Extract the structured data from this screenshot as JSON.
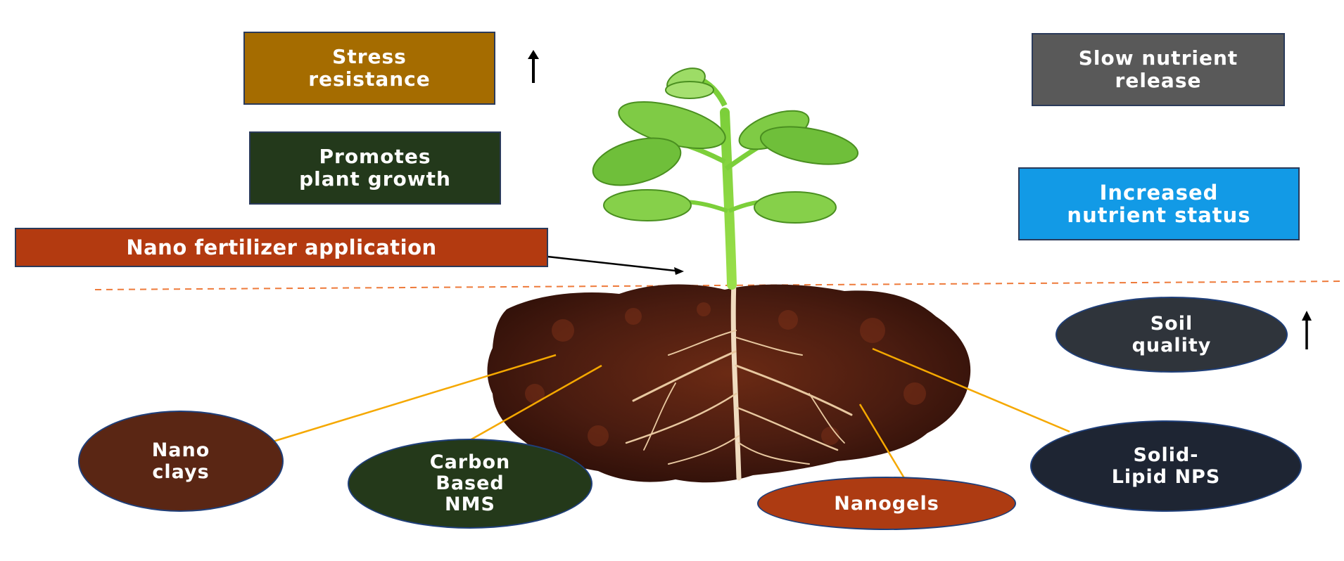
{
  "boxes": {
    "stress_resistance": "Stress\nresistance",
    "promotes_growth": "Promotes\nplant growth",
    "nano_fertilizer_application": "Nano fertilizer application",
    "slow_release": "Slow nutrient\nrelease",
    "increased_status": "Increased\nnutrient status"
  },
  "ovals": {
    "soil_quality": "Soil\nquality",
    "nano_clays": "Nano\nclays",
    "carbon_nms": "Carbon\nBased\nNMS",
    "nanogels": "Nanogels",
    "solid_lipid": "Solid-\nLipid NPS"
  },
  "colors": {
    "stress_resistance": "#a56c00",
    "promotes_growth": "#23391b",
    "nano_fertilizer_application": "#b33a10",
    "slow_release": "#595959",
    "increased_status": "#129ae6",
    "soil_quality": "#2f343b",
    "nano_clays": "#5a2614",
    "carbon_nms": "#24391a",
    "nanogels": "#ad3b12",
    "solid_lipid": "#1e2533",
    "connector": "#f5a800",
    "soil_line": "#ee7a3a",
    "soil": "#4a1c10",
    "leaf": "#6fbf3a"
  },
  "icons": {
    "stress_arrow": "arrow-up-icon",
    "soil_arrow": "arrow-up-icon"
  }
}
